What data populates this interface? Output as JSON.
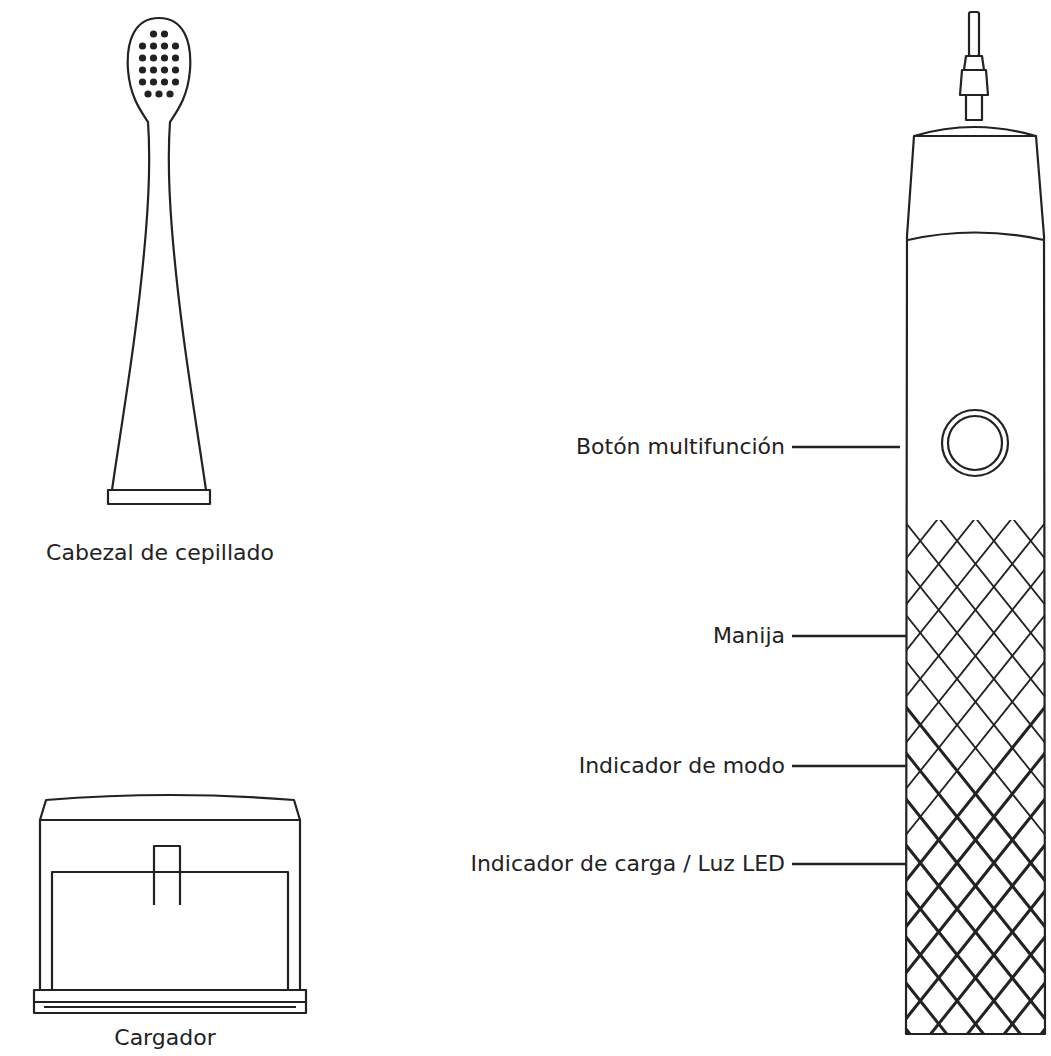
{
  "diagram": {
    "labels": [
      "Cabezal de cepillado",
      "Cargador",
      "Botón multifunción",
      "Manija",
      "Indicador de modo",
      "Indicador de carga / Luz LED"
    ]
  }
}
